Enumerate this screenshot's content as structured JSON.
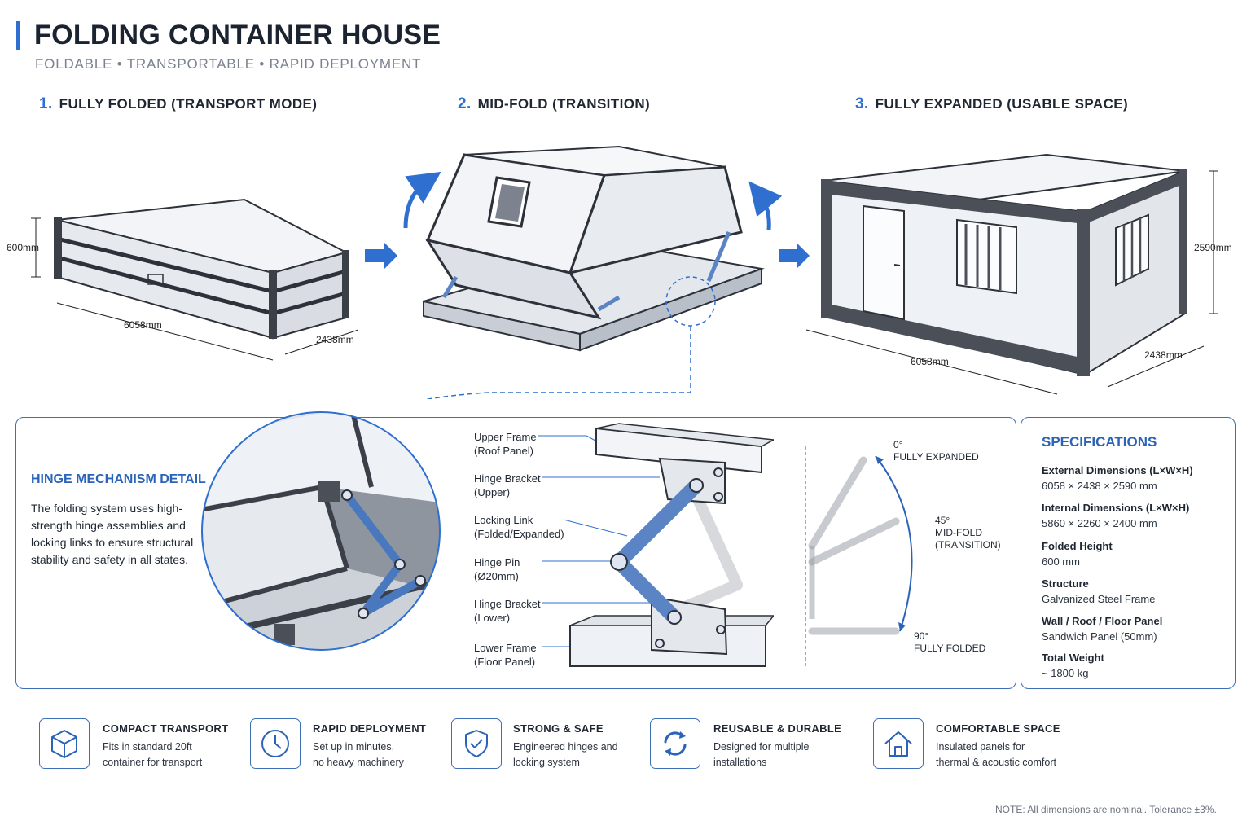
{
  "header": {
    "title": "FOLDING CONTAINER HOUSE",
    "subtitle": "FOLDABLE • TRANSPORTABLE • RAPID DEPLOYMENT"
  },
  "stages": [
    {
      "number": "1.",
      "label": "FULLY FOLDED (TRANSPORT MODE)"
    },
    {
      "number": "2.",
      "label": "MID-FOLD (TRANSITION)"
    },
    {
      "number": "3.",
      "label": "FULLY EXPANDED (USABLE SPACE)"
    }
  ],
  "dimensions": {
    "folded_height": "600mm",
    "folded_length": "6058mm",
    "folded_width": "2438mm",
    "expanded_height": "2590mm",
    "expanded_length": "6058mm",
    "expanded_width": "2438mm"
  },
  "hinge": {
    "title": "HINGE MECHANISM DETAIL",
    "description": "The folding system uses high-strength hinge assemblies and locking links to ensure structural stability and safety in all states.",
    "callouts": [
      {
        "line1": "Upper Frame",
        "line2": "(Roof Panel)"
      },
      {
        "line1": "Hinge Bracket",
        "line2": "(Upper)"
      },
      {
        "line1": "Locking Link",
        "line2": "(Folded/Expanded)"
      },
      {
        "line1": "Hinge Pin",
        "line2": "(Ø20mm)"
      },
      {
        "line1": "Hinge Bracket",
        "line2": "(Lower)"
      },
      {
        "line1": "Lower Frame",
        "line2": "(Floor Panel)"
      }
    ],
    "angles": [
      {
        "deg": "0°",
        "label": "FULLY EXPANDED"
      },
      {
        "deg": "45°",
        "label": "MID-FOLD",
        "label2": "(TRANSITION)"
      },
      {
        "deg": "90°",
        "label": "FULLY FOLDED"
      }
    ]
  },
  "specs": {
    "title": "SPECIFICATIONS",
    "items": [
      {
        "key": "External Dimensions (L×W×H)",
        "value": "6058 × 2438 × 2590 mm"
      },
      {
        "key": "Internal Dimensions (L×W×H)",
        "value": "5860 × 2260 × 2400 mm"
      },
      {
        "key": "Folded Height",
        "value": "600 mm"
      },
      {
        "key": "Structure",
        "value": "Galvanized Steel Frame"
      },
      {
        "key": "Wall / Roof / Floor Panel",
        "value": "Sandwich Panel (50mm)"
      },
      {
        "key": "Total Weight",
        "value": "~ 1800 kg"
      }
    ]
  },
  "features": [
    {
      "icon": "cube-icon",
      "title": "COMPACT TRANSPORT",
      "line1": "Fits in standard 20ft",
      "line2": "container for transport"
    },
    {
      "icon": "clock-icon",
      "title": "RAPID DEPLOYMENT",
      "line1": "Set up in minutes,",
      "line2": "no heavy machinery"
    },
    {
      "icon": "shield-check-icon",
      "title": "STRONG & SAFE",
      "line1": "Engineered hinges and",
      "line2": "locking system"
    },
    {
      "icon": "recycle-icon",
      "title": "REUSABLE & DURABLE",
      "line1": "Designed for multiple",
      "line2": "installations"
    },
    {
      "icon": "house-icon",
      "title": "COMFORTABLE SPACE",
      "line1": "Insulated panels for",
      "line2": "thermal & acoustic comfort"
    }
  ],
  "note": "NOTE: All dimensions are nominal. Tolerance ±3%.",
  "colors": {
    "accent": "#2f6fd0",
    "frame": "#3a3f48",
    "panel": "#eef1f5",
    "hinge": "#5b84c4"
  }
}
